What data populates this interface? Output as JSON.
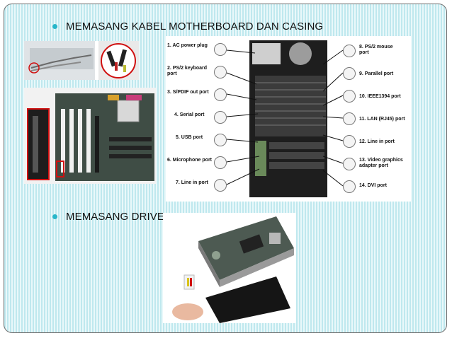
{
  "slide": {
    "bullets": [
      {
        "text": "MEMASANG KABEL MOTHERBOARD DAN CASING"
      },
      {
        "text": "MEMASANG DRIVE"
      }
    ]
  },
  "colors": {
    "accent": "#27b6c9",
    "background": "#cfeff4"
  },
  "port_diagram": {
    "left_labels": [
      "1. AC power plug",
      "2. PS/2 keyboard port",
      "3. S/PDIF out port",
      "4. Serial port",
      "5. USB port",
      "6. Microphone port",
      "7. Line in port"
    ],
    "right_labels": [
      "8. PS/2 mouse port",
      "9. Parallel port",
      "10. IEEE1394 port",
      "11. LAN (RJ45) port",
      "12. Line in port",
      "13. Video graphics adapter port",
      "14. DVI port"
    ]
  }
}
